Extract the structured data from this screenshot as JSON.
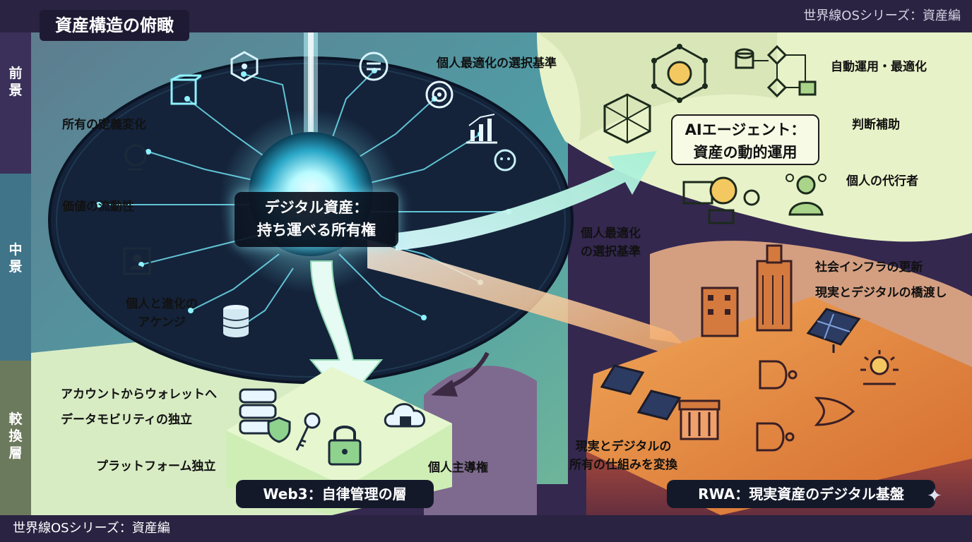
{
  "header": {
    "title": "資産構造の俯瞰",
    "series": "世界線OSシリーズ：資産編"
  },
  "footer": {
    "series": "世界線OSシリーズ：資産編"
  },
  "bands": {
    "foreground": "前景",
    "midground": "中景",
    "layer": "較換層"
  },
  "digital": {
    "title_line1": "デジタル資産：",
    "title_line2": "持ち運べる所有権",
    "labels": {
      "ownership_change": "所有の定義変化",
      "value_liquidity": "価値の流動性",
      "evolution_line1": "個人と進化の",
      "evolution_line2": "アケンジ",
      "optimization_criteria": "個人最適化の選択基準"
    }
  },
  "ai": {
    "title_line1": "AIエージェント：",
    "title_line2": "資産の動的運用",
    "labels": {
      "auto_ops": "自動運用・最適化",
      "judgement": "判断補助",
      "proxy": "個人の代行者",
      "opt_line1": "個人最適化",
      "opt_line2": "の選択基準"
    }
  },
  "web3": {
    "title": "Web3：自律管理の層",
    "labels": {
      "account_wallet": "アカウントからウォレットへ",
      "data_mobility": "データモビリティの独立",
      "platform": "プラットフォーム独立",
      "sovereignty": "個人主導権"
    }
  },
  "rwa": {
    "title": "RWA：現実資産のデジタル基盤",
    "labels": {
      "infra": "社会インフラの更新",
      "bridge": "現実とデジタルの橋渡し",
      "transform_line1": "現実とデジタルの",
      "transform_line2": "所有の仕組みを変換"
    }
  },
  "icons": [
    "cube-icon",
    "network-cube-icon",
    "exchange-icon",
    "target-icon",
    "chart-icon",
    "head-icon",
    "person-frame-icon",
    "database-icon",
    "brain-network-icon",
    "flowchart-icon",
    "hexagon-network-icon",
    "gear-cycle-icon",
    "people-icon",
    "server-icon",
    "shield-icon",
    "key-icon",
    "padlock-icon",
    "cloud-lock-icon",
    "building-icon",
    "solar-panel-icon",
    "bank-icon",
    "logic-gate-icon",
    "sun-icon",
    "sparkle-icon"
  ],
  "colors": {
    "digital": "#9ff3ff",
    "ai": "#e9f3c3",
    "web3": "#cdeeb4",
    "rwa": "#e88a3c",
    "dark_bg": "#2b2342"
  }
}
